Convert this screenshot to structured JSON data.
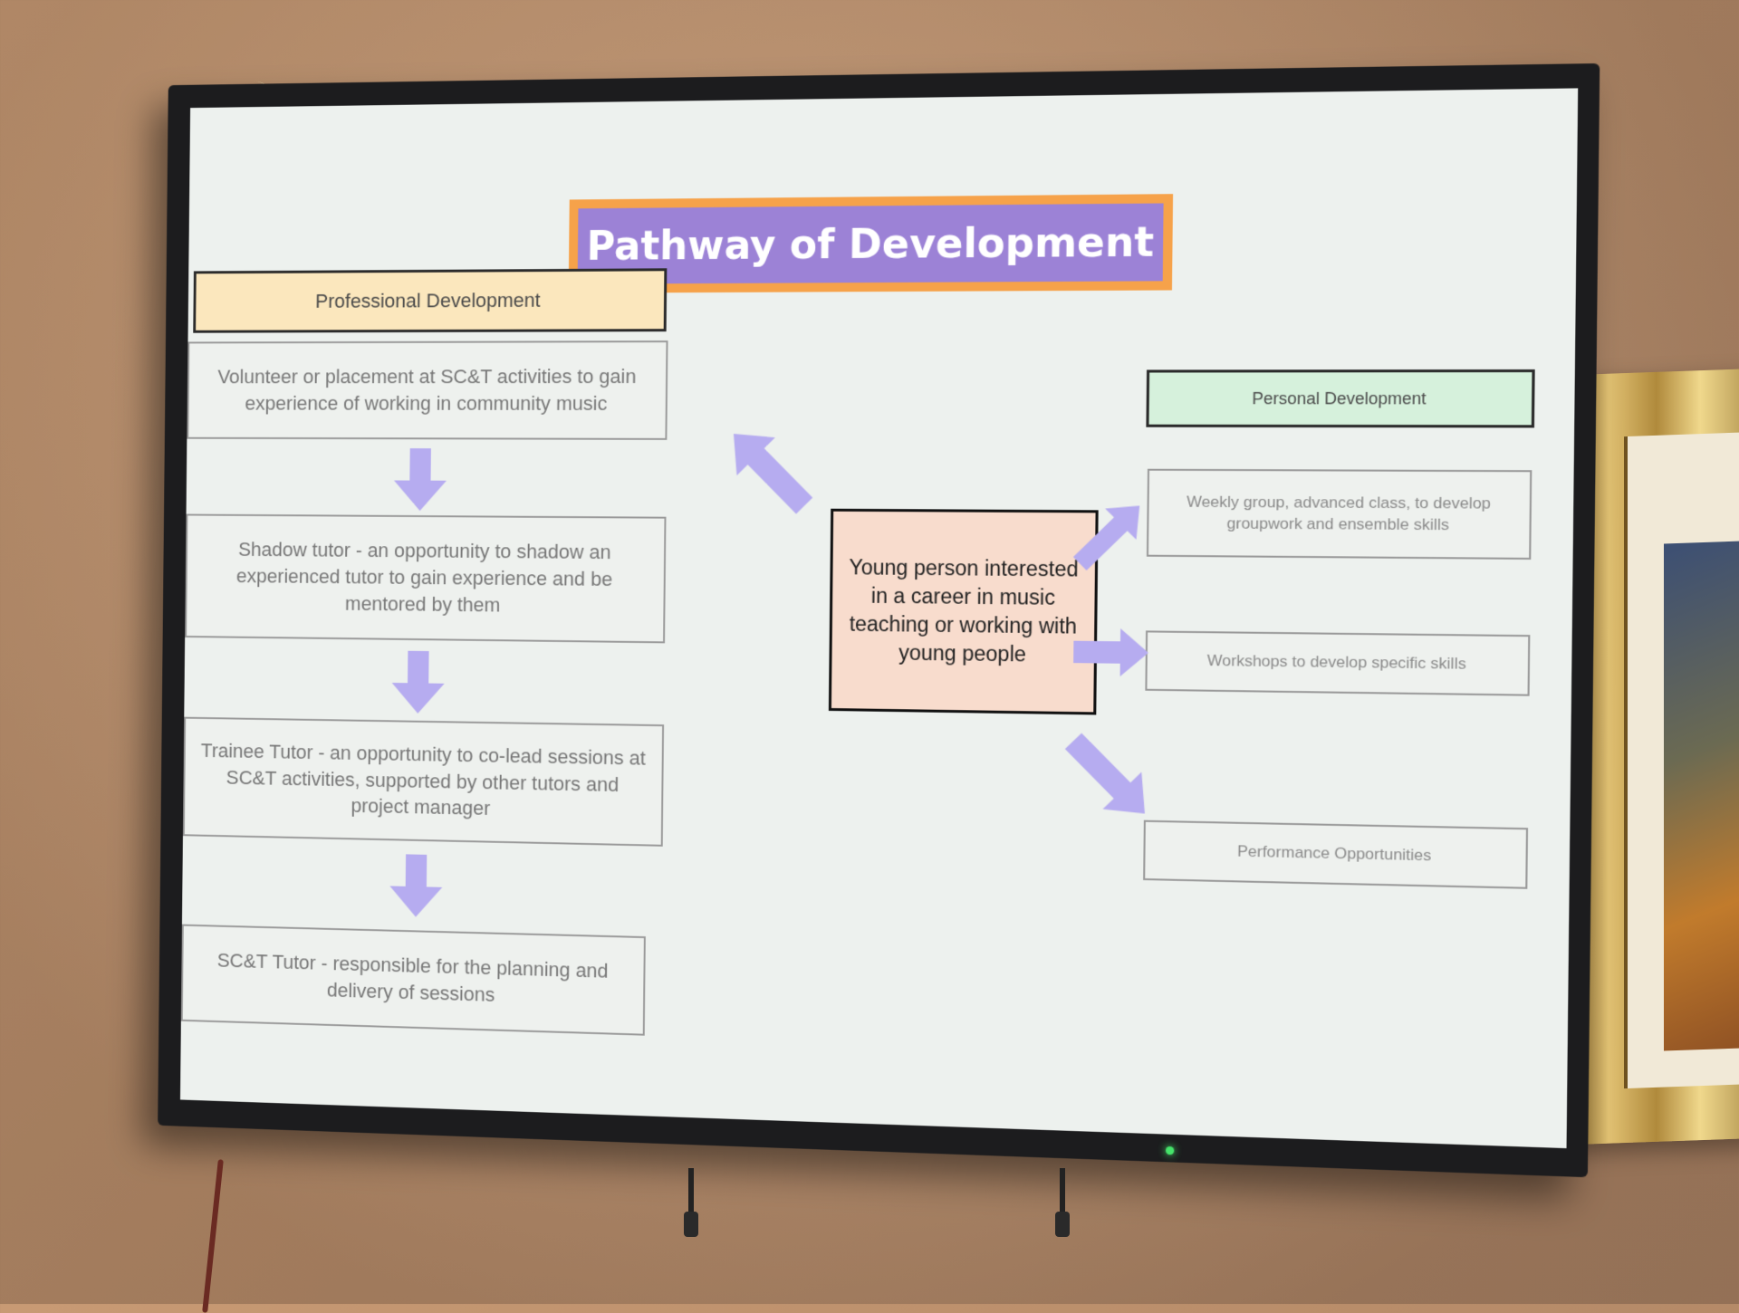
{
  "slide": {
    "title": "Pathway of Development",
    "professional": {
      "header": "Professional Development",
      "steps": [
        "Volunteer or placement at SC&T activities to gain experience of working in community music",
        "Shadow tutor - an opportunity to shadow an experienced tutor to gain experience and be mentored by them",
        "Trainee Tutor - an opportunity to co-lead sessions at SC&T activities, supported by other tutors and project manager",
        "SC&T Tutor - responsible for the planning and delivery of sessions"
      ]
    },
    "center": "Young person interested in a career in music teaching or working with young people",
    "personal": {
      "header": "Personal Development",
      "items": [
        "Weekly group, advanced class, to develop groupwork and ensemble skills",
        "Workshops to develop specific skills",
        "Performance Opportunities"
      ]
    }
  },
  "colors": {
    "title_fill": "#9c82d6",
    "title_border": "#f6a24a",
    "professional_header_fill": "#fbe7bd",
    "personal_header_fill": "#d6f1dc",
    "center_fill": "#f8dccd",
    "arrow_fill": "#b6acf0",
    "power_led": "#45e36a"
  },
  "icons": {
    "arrow_down": "arrow-down-icon",
    "arrow_diagonal": "arrow-icon"
  }
}
